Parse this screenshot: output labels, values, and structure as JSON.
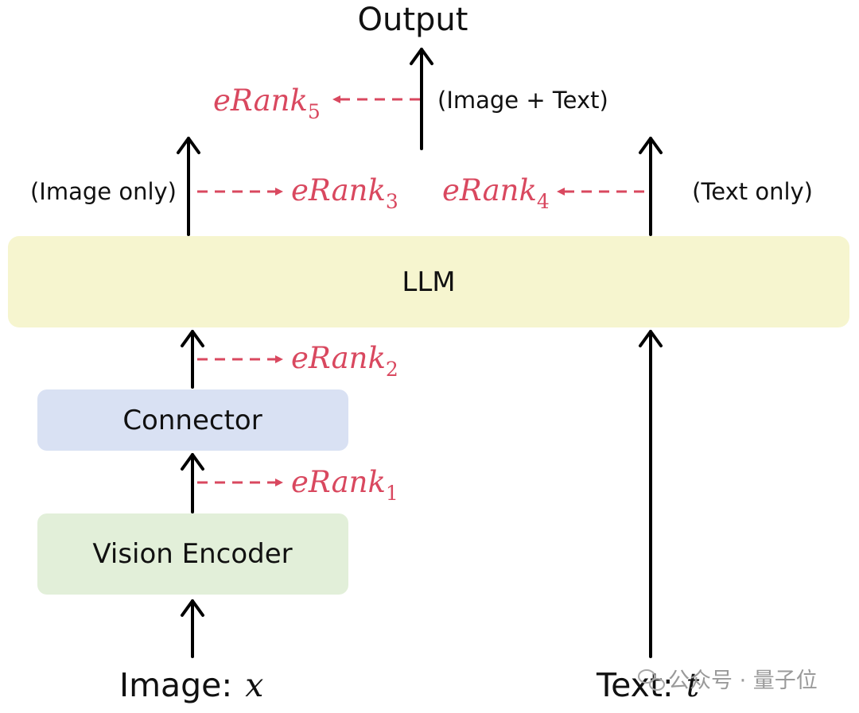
{
  "diagram": {
    "output_label": "Output",
    "boxes": {
      "llm": {
        "label": "LLM",
        "color": "#f6f5cf"
      },
      "connector": {
        "label": "Connector",
        "color": "#d9e1f3"
      },
      "vision_encoder": {
        "label": "Vision Encoder",
        "color": "#e2efd9"
      }
    },
    "inputs": {
      "image_prefix": "Image:",
      "image_var": "x",
      "text_prefix": "Text:",
      "text_var": "t"
    },
    "flow_labels": {
      "image_only": "(Image only)",
      "text_only": "(Text only)",
      "image_text": "(Image + Text)"
    },
    "metrics": [
      {
        "id": "erank1",
        "name": "eRank",
        "sub": "1"
      },
      {
        "id": "erank2",
        "name": "eRank",
        "sub": "2"
      },
      {
        "id": "erank3",
        "name": "eRank",
        "sub": "3"
      },
      {
        "id": "erank4",
        "name": "eRank",
        "sub": "4"
      },
      {
        "id": "erank5",
        "name": "eRank",
        "sub": "5"
      }
    ],
    "watermark": "公众号 · 量子位",
    "colors": {
      "arrow": "#000000",
      "metric": "#d9485f",
      "watermark": "#9a9a9a"
    }
  }
}
